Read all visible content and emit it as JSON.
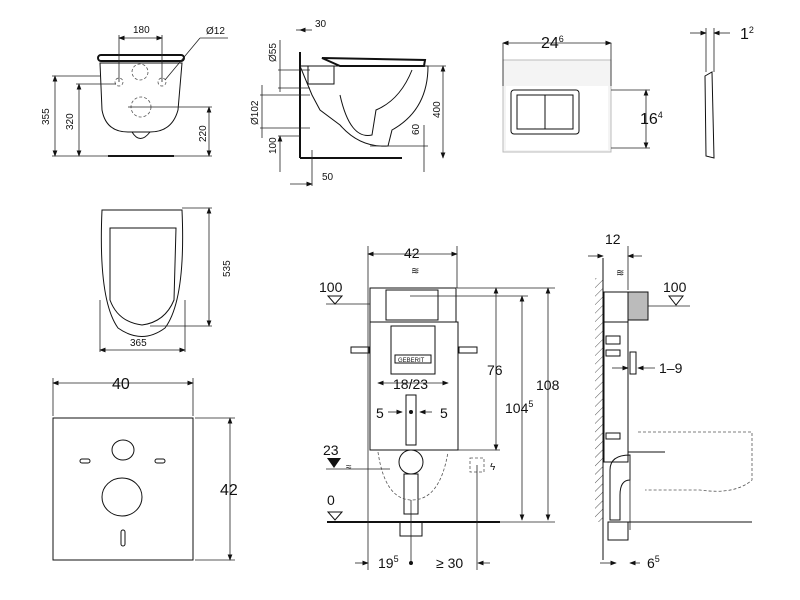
{
  "front_view": {
    "d180": "180",
    "d12": "Ø12",
    "d355": "355",
    "d320": "320",
    "d220": "220"
  },
  "side_view": {
    "d30": "30",
    "d55": "Ø55",
    "d102": "Ø102",
    "d100": "100",
    "d50": "50",
    "d60": "60",
    "d400": "400"
  },
  "flush_plate": {
    "width_main": "24",
    "width_sup": "6",
    "height_main": "16",
    "height_sup": "4"
  },
  "plate_side": {
    "depth_main": "1",
    "depth_sup": "2"
  },
  "top_view": {
    "d535": "535",
    "d365": "365"
  },
  "insulation_mat": {
    "width": "40",
    "height": "42"
  },
  "frame_front": {
    "width": "42",
    "level_top": "100",
    "level_inlet": "23",
    "level_floor": "0",
    "d76": "76",
    "d104_main": "104",
    "d104_sup": "5",
    "d108": "108",
    "d1823": "18/23",
    "d5_left": "5",
    "d5_right": "5",
    "d19_main": "19",
    "d19_sup": "5",
    "d30": "≥ 30",
    "brand": "GEBERIT"
  },
  "frame_side": {
    "depth": "12",
    "level_top": "100",
    "d19": "1–9",
    "d65_main": "6",
    "d65_sup": "5"
  }
}
